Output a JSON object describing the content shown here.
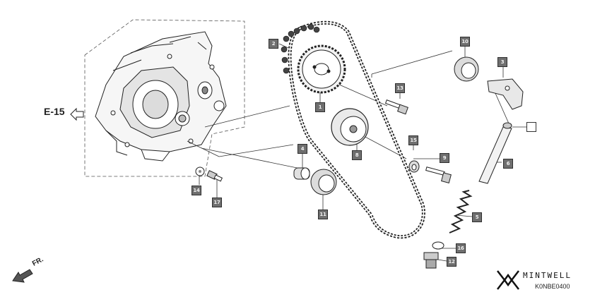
{
  "reference": {
    "label": "E-15"
  },
  "direction": {
    "label": "FR."
  },
  "brand": {
    "name": "MINTWELL",
    "code": "K0NBE0400"
  },
  "callouts": [
    {
      "id": "1",
      "label": "1"
    },
    {
      "id": "2",
      "label": "2"
    },
    {
      "id": "3",
      "label": "3"
    },
    {
      "id": "4",
      "label": "4"
    },
    {
      "id": "5",
      "label": "5"
    },
    {
      "id": "6",
      "label": "6"
    },
    {
      "id": "8",
      "label": "8"
    },
    {
      "id": "9",
      "label": "9"
    },
    {
      "id": "10",
      "label": "10"
    },
    {
      "id": "11",
      "label": "11"
    },
    {
      "id": "12",
      "label": "12"
    },
    {
      "id": "13",
      "label": "13"
    },
    {
      "id": "14",
      "label": "14"
    },
    {
      "id": "15",
      "label": "15"
    },
    {
      "id": "16",
      "label": "16"
    },
    {
      "id": "17",
      "label": "17"
    },
    {
      "id": "blank",
      "label": ""
    }
  ]
}
